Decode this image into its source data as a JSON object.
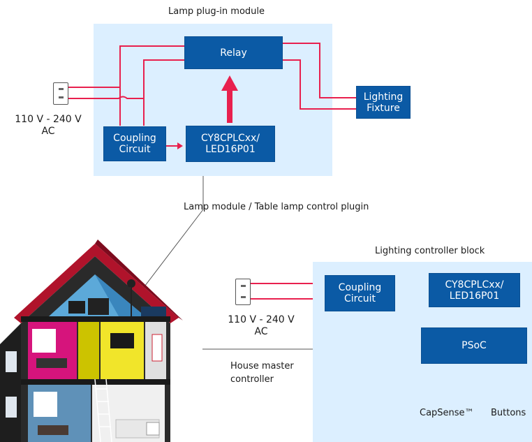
{
  "lamp_module": {
    "title": "Lamp plug-in module",
    "relay": "Relay",
    "lighting_fixture": [
      "Lighting",
      "Fixture"
    ],
    "coupling_circuit": [
      "Coupling",
      "Circuit"
    ],
    "controller_chip": [
      "CY8CPLCxx/",
      "LED16P01"
    ],
    "voltage": [
      "110 V - 240 V",
      "AC"
    ]
  },
  "lamp_module_caption": "Lamp module / Table lamp control plugin",
  "controller_block": {
    "title": "Lighting controller block",
    "coupling_circuit": [
      "Coupling",
      "Circuit"
    ],
    "controller_chip": [
      "CY8CPLCxx/",
      "LED16P01"
    ],
    "psoc": "PSoC",
    "voltage": [
      "110 V - 240 V",
      "AC"
    ],
    "capsense_label": "CapSense™",
    "buttons_label": "Buttons"
  },
  "house_caption": [
    "House master",
    "controller"
  ],
  "colors": {
    "panel_bg": "#dcefff",
    "block_bg": "#0b5aa5",
    "wire": "#e8204e",
    "leader_line": "#555555"
  }
}
